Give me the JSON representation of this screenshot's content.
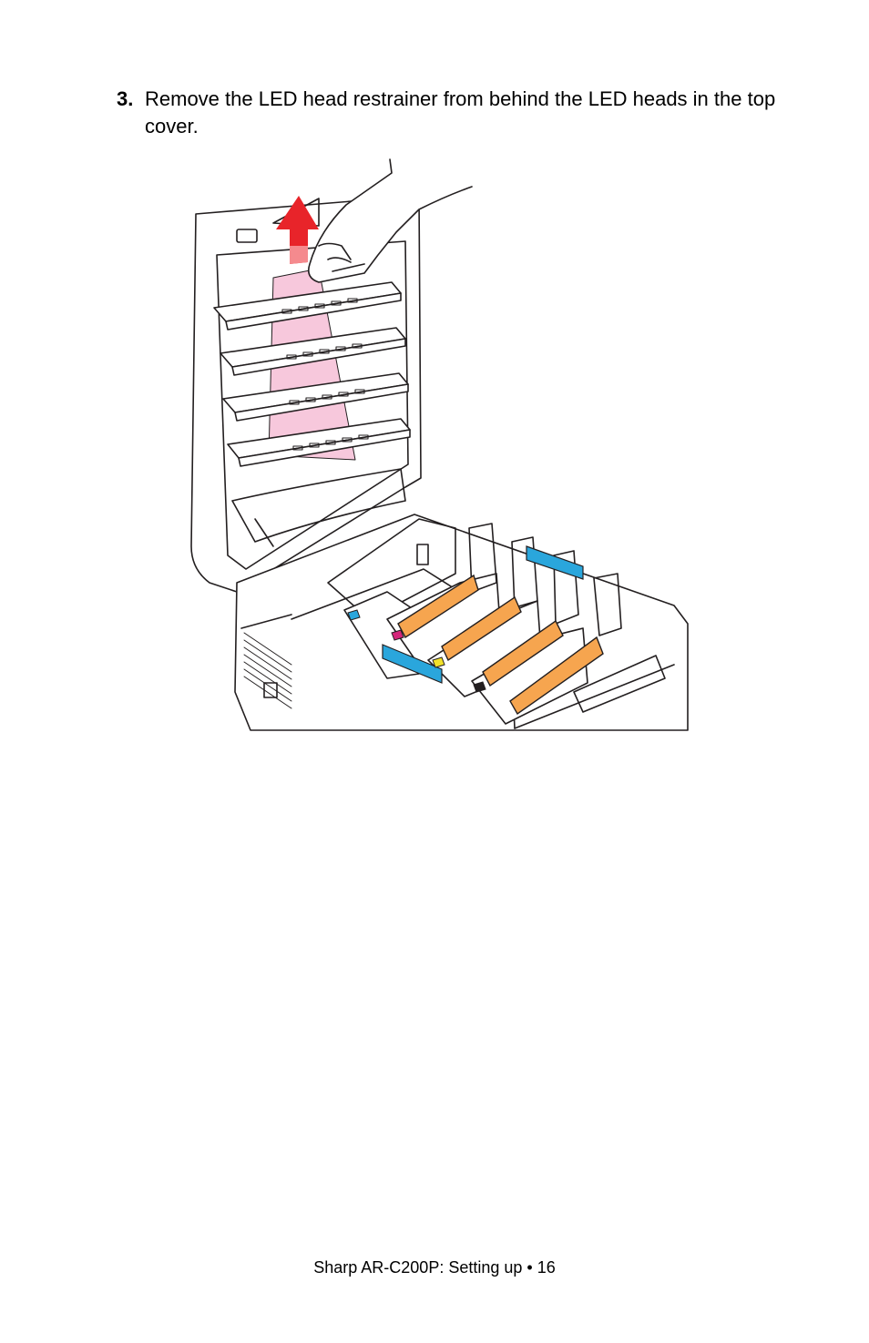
{
  "step": {
    "number": "3.",
    "text": "Remove the LED head restrainer from behind the LED heads in the top cover."
  },
  "figure": {
    "colors": {
      "arrow": "#e8242a",
      "restrainer": "#f7c8dc",
      "toner": "#f6a54f",
      "cyan": "#2aa6dc",
      "magenta": "#d4267a",
      "yellow": "#f2e12a",
      "black": "#231f20",
      "line": "#231f20"
    }
  },
  "footer": {
    "title": "Sharp AR-C200P: Setting up",
    "separator": " • ",
    "page": "16"
  }
}
